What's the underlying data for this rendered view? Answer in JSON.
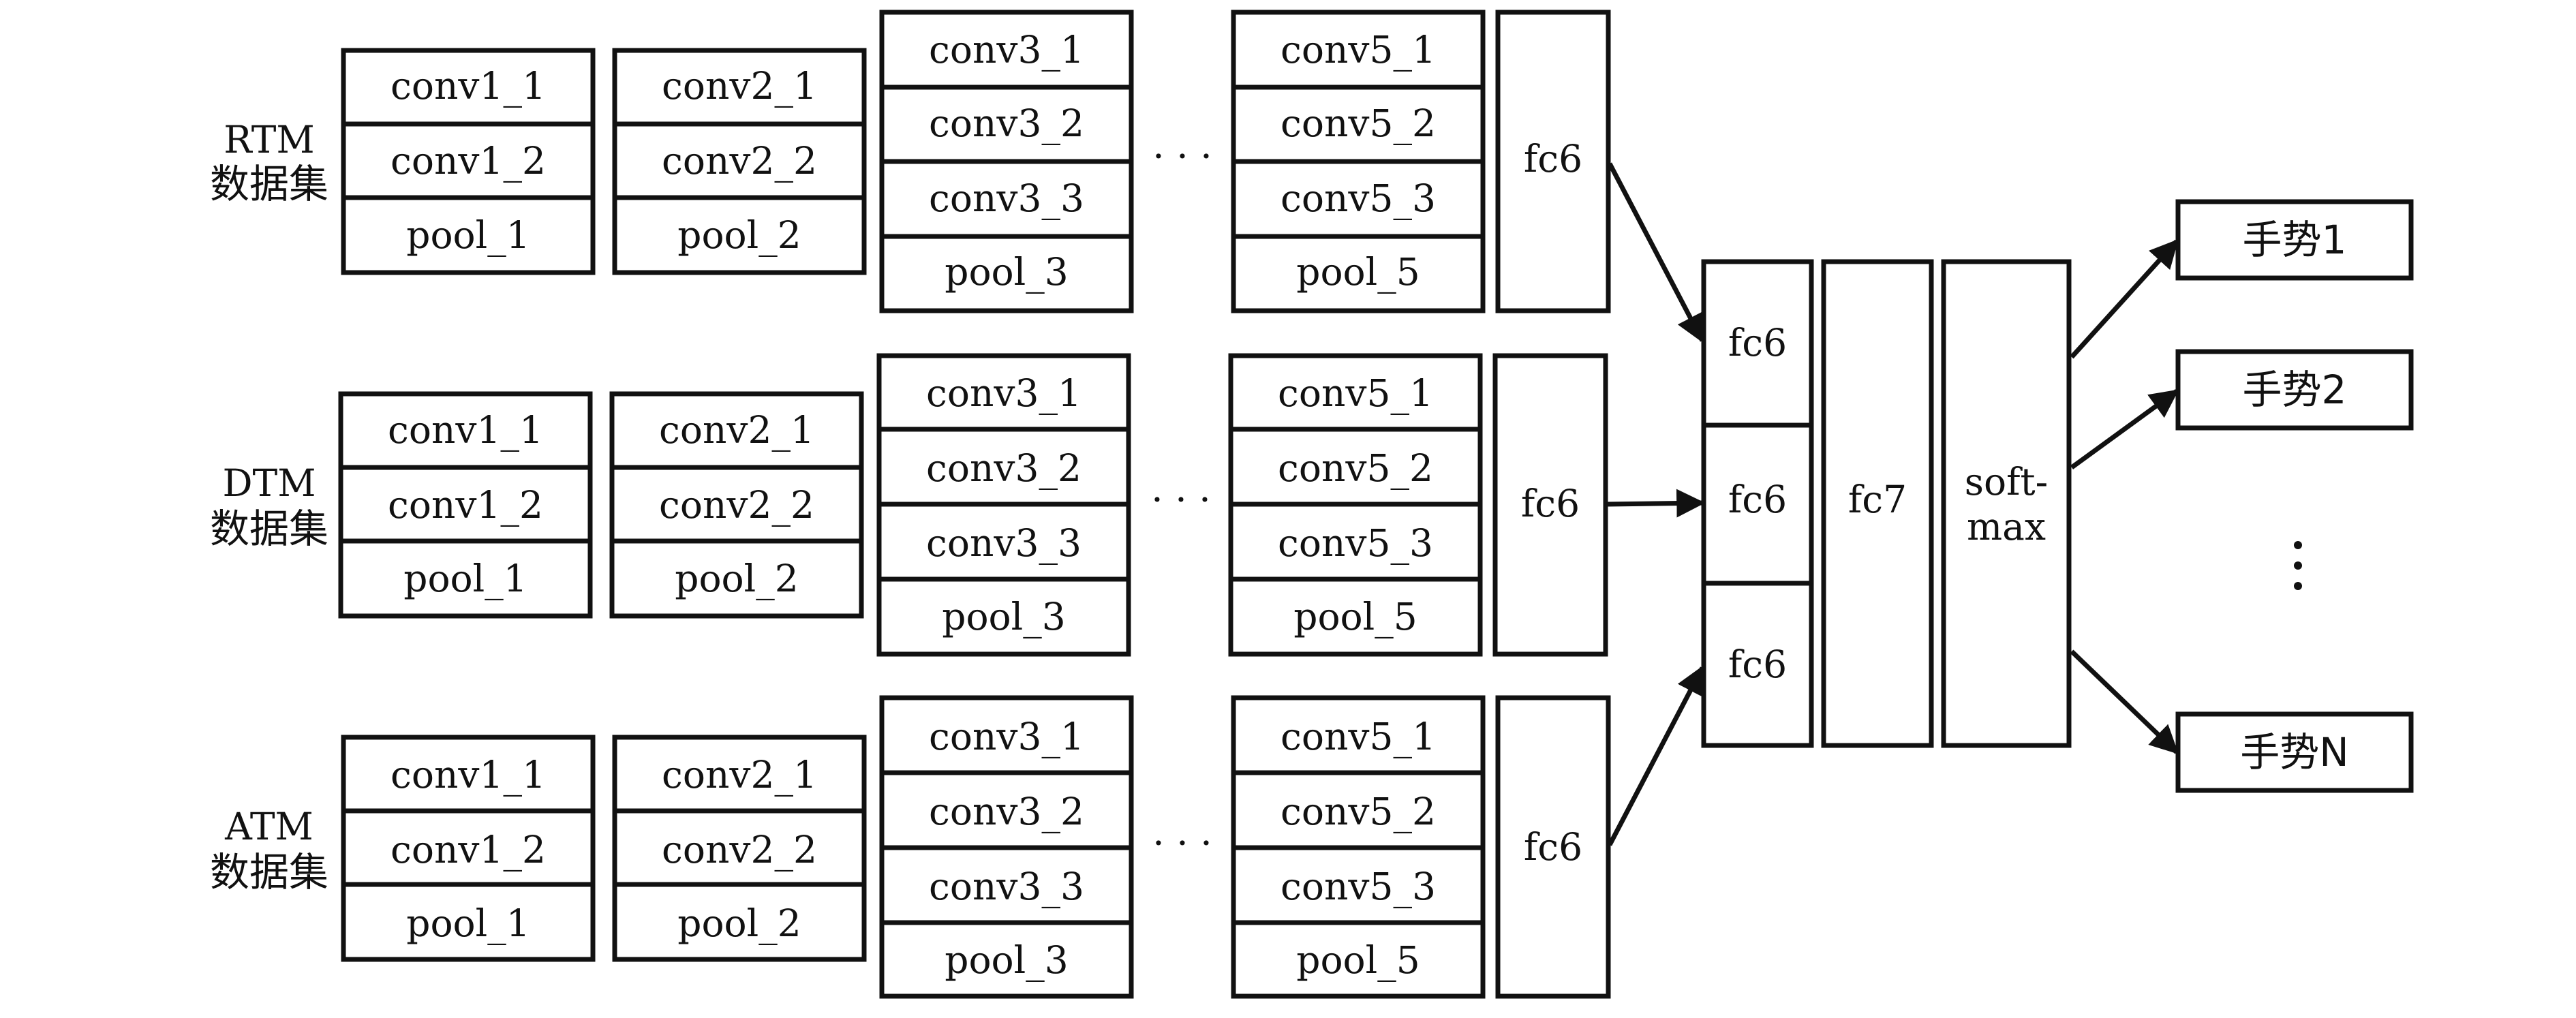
{
  "colors": {
    "stroke": "#111111",
    "background": "#ffffff"
  },
  "rows": [
    {
      "dataset": [
        "RTM",
        "数据集"
      ],
      "block1": [
        "conv1_1",
        "conv1_2",
        "pool_1"
      ],
      "block2": [
        "conv2_1",
        "conv2_2",
        "pool_2"
      ],
      "block3": [
        "conv3_1",
        "conv3_2",
        "conv3_3",
        "pool_3"
      ],
      "ellipsis": "· · ·",
      "block5": [
        "conv5_1",
        "conv5_2",
        "conv5_3",
        "pool_5"
      ],
      "fc": "fc6"
    },
    {
      "dataset": [
        "DTM",
        "数据集"
      ],
      "block1": [
        "conv1_1",
        "conv1_2",
        "pool_1"
      ],
      "block2": [
        "conv2_1",
        "conv2_2",
        "pool_2"
      ],
      "block3": [
        "conv3_1",
        "conv3_2",
        "conv3_3",
        "pool_3"
      ],
      "ellipsis": "· · ·",
      "block5": [
        "conv5_1",
        "conv5_2",
        "conv5_3",
        "pool_5"
      ],
      "fc": "fc6"
    },
    {
      "dataset": [
        "ATM",
        "数据集"
      ],
      "block1": [
        "conv1_1",
        "conv1_2",
        "pool_1"
      ],
      "block2": [
        "conv2_1",
        "conv2_2",
        "pool_2"
      ],
      "block3": [
        "conv3_1",
        "conv3_2",
        "conv3_3",
        "pool_3"
      ],
      "ellipsis": "· · ·",
      "block5": [
        "conv5_1",
        "conv5_2",
        "conv5_3",
        "pool_5"
      ],
      "fc": "fc6"
    }
  ],
  "merge": {
    "fc6_stack": [
      "fc6",
      "fc6",
      "fc6"
    ],
    "fc7": "fc7",
    "softmax": [
      "soft-",
      "max"
    ]
  },
  "outputs": [
    "手势1",
    "手势2",
    "手势N"
  ]
}
